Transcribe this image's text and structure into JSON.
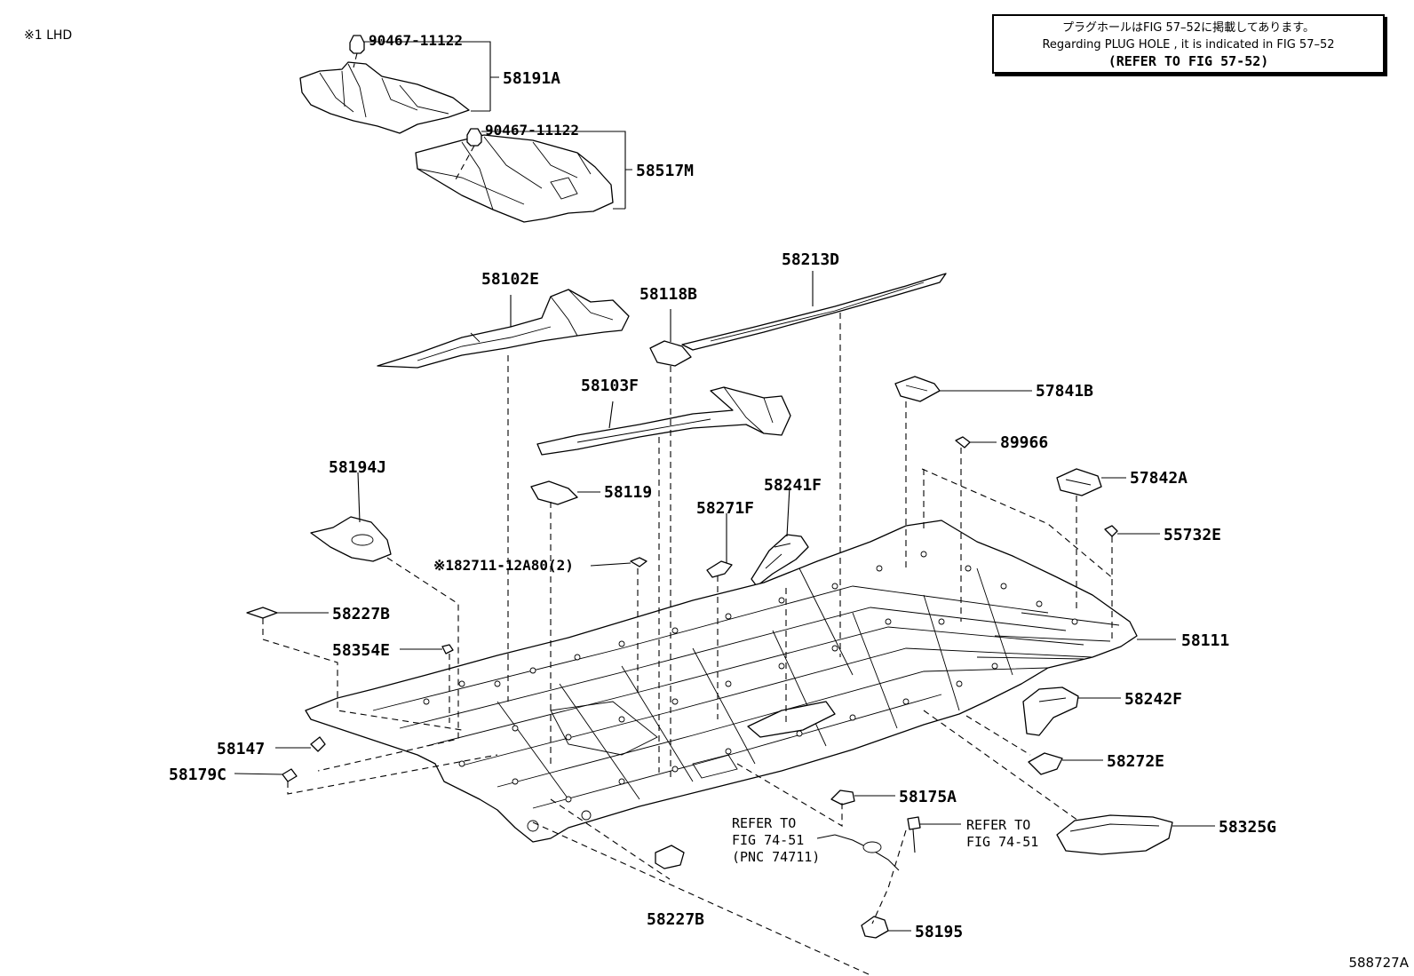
{
  "notes": {
    "lhd": "※1 LHD",
    "plug_hole_jp": "プラグホールはFIG 57–52に掲載してあります。",
    "plug_hole_en": "Regarding PLUG HOLE , it is indicated in FIG 57–52",
    "plug_hole_ref": "(REFER TO FIG 57-52)",
    "figure_code": "588727A"
  },
  "parts": {
    "p90467_top": "90467-11122",
    "p58191A": "58191A",
    "p90467_mid": "90467-11122",
    "p58517M": "58517M",
    "p58102E": "58102E",
    "p58118B": "58118B",
    "p58213D": "58213D",
    "p58103F": "58103F",
    "p57841B": "57841B",
    "p89966": "89966",
    "p58194J": "58194J",
    "p58119": "58119",
    "p58241F": "58241F",
    "p57842A": "57842A",
    "p58271F": "58271F",
    "p55732E": "55732E",
    "p182711": "※182711-12A80(2)",
    "p58227B_left": "58227B",
    "p58111": "58111",
    "p58354E": "58354E",
    "p58242F": "58242F",
    "p58147": "58147",
    "p58272E": "58272E",
    "p58179C": "58179C",
    "p58175A": "58175A",
    "p58325G": "58325G",
    "p58227B_bottom": "58227B",
    "p58195": "58195"
  },
  "references": {
    "ref1_line1": "REFER TO",
    "ref1_line2": "FIG 74-51",
    "ref1_line3": "(PNC 74711)",
    "ref2_line1": "REFER TO",
    "ref2_line2": "FIG 74-51"
  }
}
